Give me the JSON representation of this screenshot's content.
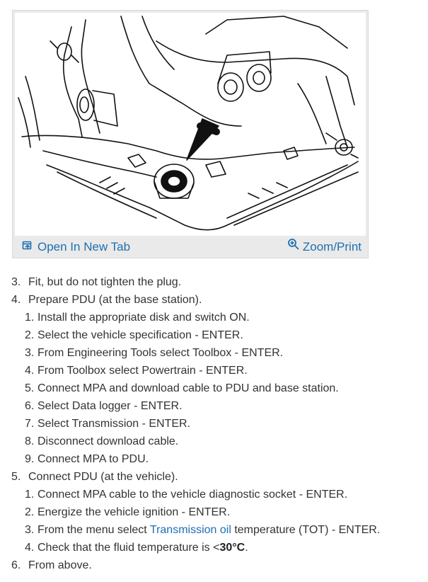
{
  "figure": {
    "open_tab_label": "Open In New Tab",
    "zoom_label": "Zoom/Print",
    "open_tab_icon": "open-in-new-tab-icon",
    "zoom_icon": "magnifier-icon",
    "link_color": "#1e6fb0"
  },
  "steps": [
    {
      "num": "3.",
      "text": "Fit, but do not tighten the plug."
    },
    {
      "num": "4.",
      "text": "Prepare PDU (at the base station).",
      "sub": [
        {
          "num": "1.",
          "text": "Install the appropriate disk and switch ON."
        },
        {
          "num": "2.",
          "text": "Select the vehicle specification - ENTER."
        },
        {
          "num": "3.",
          "text": "From Engineering Tools select Toolbox - ENTER."
        },
        {
          "num": "4.",
          "text": "From Toolbox select Powertrain - ENTER."
        },
        {
          "num": "5.",
          "text": "Connect MPA and download cable to PDU and base station."
        },
        {
          "num": "6.",
          "text": "Select Data logger - ENTER."
        },
        {
          "num": "7.",
          "text": "Select Transmission - ENTER."
        },
        {
          "num": "8.",
          "text": "Disconnect download cable."
        },
        {
          "num": "9.",
          "text": "Connect MPA to PDU."
        }
      ]
    },
    {
      "num": "5.",
      "text": "Connect PDU (at the vehicle).",
      "sub": [
        {
          "num": "1.",
          "text": "Connect MPA cable to the vehicle diagnostic socket - ENTER."
        },
        {
          "num": "2.",
          "text": "Energize the vehicle ignition - ENTER."
        },
        {
          "num": "3.",
          "pre": "From the menu select ",
          "link": "Transmission oil",
          "post": " temperature (TOT) - ENTER."
        },
        {
          "num": "4.",
          "pre": "Check that the fluid temperature is <",
          "bold": "30°C",
          "post": "."
        }
      ]
    },
    {
      "num": "6.",
      "text": "From above."
    }
  ]
}
